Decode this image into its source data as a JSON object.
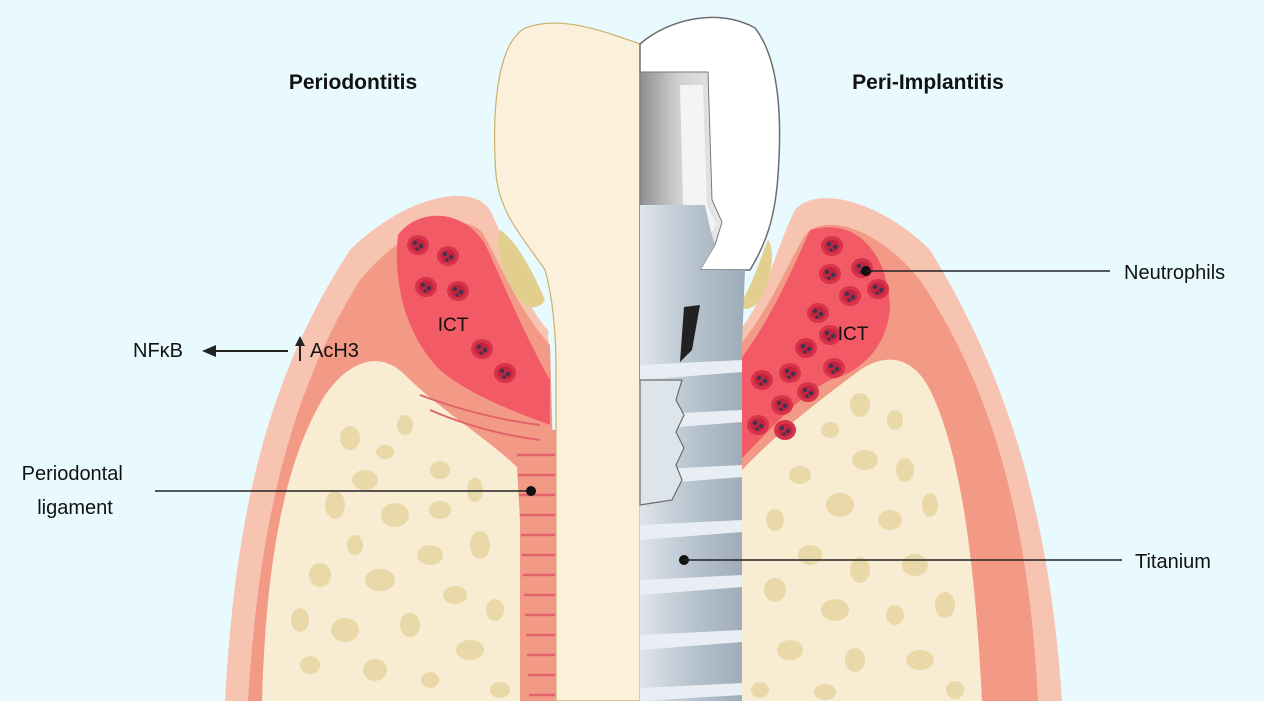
{
  "titles": {
    "left": "Periodontitis",
    "right": "Peri-Implantitis"
  },
  "labels": {
    "nfkb": "NFκB",
    "ach3": "AcH3",
    "ict_left": "ICT",
    "ict_right": "ICT",
    "periodontal_ligament_line1": "Periodontal",
    "periodontal_ligament_line2": "ligament",
    "neutrophils": "Neutrophils",
    "titanium": "Titanium"
  },
  "colors": {
    "background": "#e8fafd",
    "gum_outer": "#f7c4b2",
    "gum_mid": "#f29a86",
    "inflamed_tissue": "#f25a66",
    "bone": "#f8ecd3",
    "bone_pores": "#e9d9a8",
    "tooth": "#fbf0dc",
    "titanium": "#b9c6d2",
    "crown": "#ffffff",
    "cell": "#d8334a"
  }
}
